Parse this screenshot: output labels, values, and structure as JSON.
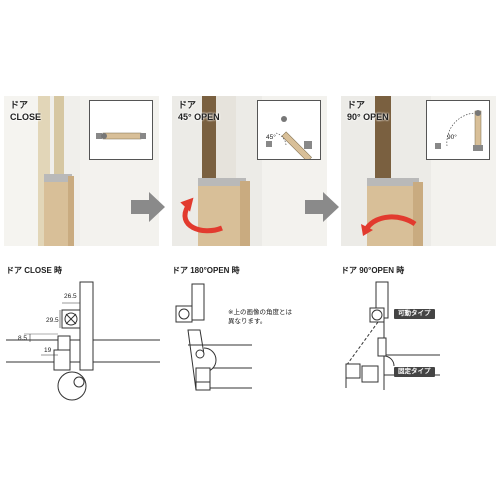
{
  "photos": [
    {
      "line1": "ドア",
      "line2": "CLOSE",
      "angle_label": ""
    },
    {
      "line1": "ドア",
      "line2": "45° OPEN",
      "angle_label": "45°"
    },
    {
      "line1": "ドア",
      "line2": "90° OPEN",
      "angle_label": "90°"
    }
  ],
  "diagrams": [
    {
      "title": "ドア CLOSE 時"
    },
    {
      "title": "ドア 180°OPEN 時"
    },
    {
      "title": "ドア 90°OPEN 時"
    }
  ],
  "dimensions": {
    "d1": "26.5",
    "d2": "29.5",
    "d3": "8.5",
    "d4": "19"
  },
  "note": {
    "line1": "※上の画像の角度とは",
    "line2": "異なります。"
  },
  "tags": {
    "movable": "可動タイプ",
    "fixed": "固定タイプ"
  },
  "colors": {
    "wood": "#d8bf98",
    "arrow_gray": "#8a8a8a",
    "rotate_red": "#e23a2e",
    "tag_bg": "#444444",
    "frame": "#d9cba9"
  }
}
